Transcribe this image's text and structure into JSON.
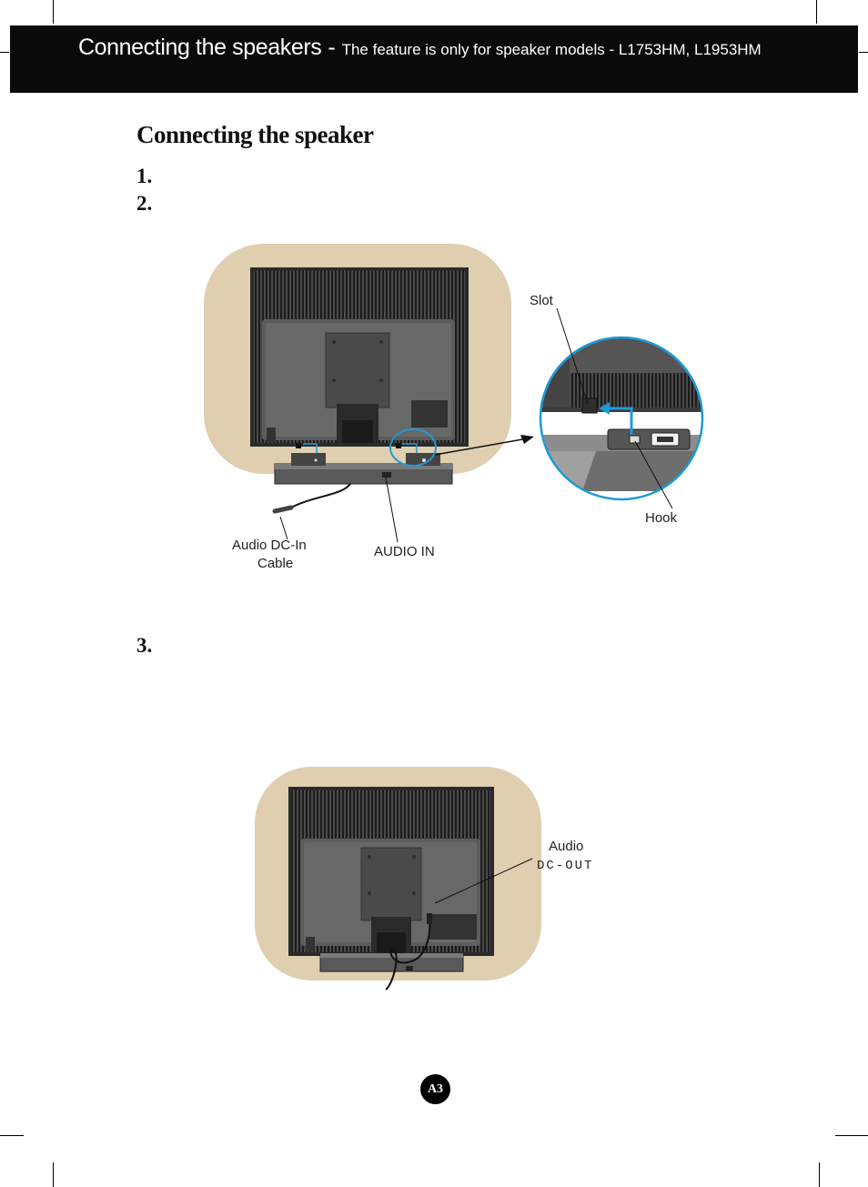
{
  "header": {
    "title": "Connecting  the speakers",
    "separator": " - ",
    "subtitle": "The feature is only for speaker models - L1753HM, L1953HM"
  },
  "section": {
    "title": "Connecting the speaker"
  },
  "steps": [
    {
      "number": "1."
    },
    {
      "number": "2."
    },
    {
      "number": "3."
    }
  ],
  "figure1": {
    "labels": {
      "slot": "Slot",
      "hook": "Hook",
      "audio_dc_in_line1": "Audio DC-In",
      "audio_dc_in_line2": "Cable",
      "audio_in": "AUDIO IN"
    },
    "colors": {
      "backdrop": "#dfcfb0",
      "highlight": "#1e9ad6"
    }
  },
  "figure2": {
    "labels": {
      "audio": "Audio",
      "dc_out": "DC-OUT"
    }
  },
  "page": {
    "number": "A3"
  }
}
